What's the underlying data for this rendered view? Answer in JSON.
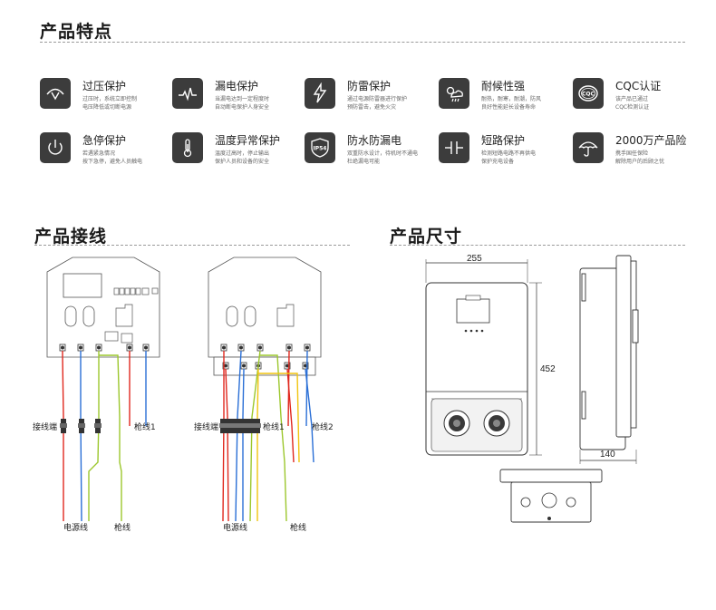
{
  "sections": {
    "features": "产品特点",
    "wiring": "产品接线",
    "dimensions": "产品尺寸"
  },
  "features": [
    {
      "icon": "voltage-meter-icon",
      "title": "过压保护",
      "desc1": "过压时，系统立即控制",
      "desc2": "电压降低或切断电源"
    },
    {
      "icon": "leakage-icon",
      "title": "漏电保护",
      "desc1": "当漏电达到一定程度时",
      "desc2": "自动断电保护人身安全"
    },
    {
      "icon": "lightning-icon",
      "title": "防雷保护",
      "desc1": "通过电源防雷器进行保护",
      "desc2": "预防雷击，避免火灾"
    },
    {
      "icon": "weather-icon",
      "title": "耐候性强",
      "desc1": "耐热，耐寒，耐潮，防风",
      "desc2": "良好性能延长设备寿命"
    },
    {
      "icon": "cqc-icon",
      "title": "CQC认证",
      "desc1": "该产品已通过",
      "desc2": "CQC检测认证"
    },
    {
      "icon": "power-icon",
      "title": "急停保护",
      "desc1": "若遇紧急情况",
      "desc2": "按下急停，避免人员触电"
    },
    {
      "icon": "thermometer-icon",
      "title": "温度异常保护",
      "desc1": "温度过高时，停止输出",
      "desc2": "保护人员和设备的安全"
    },
    {
      "icon": "ip54-shield-icon",
      "title": "防水防漏电",
      "desc1": "双重防水设计，待机时不通电",
      "desc2": "杜绝漏电可能"
    },
    {
      "icon": "short-circuit-icon",
      "title": "短路保护",
      "desc1": "检测短路电路不再供电",
      "desc2": "保护充电设备"
    },
    {
      "icon": "umbrella-icon",
      "title": "2000万产品险",
      "desc1": "携手国任保险",
      "desc2": "解除用户的后顾之忧"
    }
  ],
  "wiring": {
    "left": {
      "terminal_label": "接线端",
      "gun_label": "枪线1",
      "power_label": "电源线",
      "gun_bottom": "枪线"
    },
    "right": {
      "terminal_label": "接线端",
      "gun1_label": "枪线1",
      "gun2_label": "枪线2",
      "power_label": "电源线",
      "gun_bottom": "枪线"
    },
    "wire_colors": {
      "red": "#e0281e",
      "blue": "#2a6fd6",
      "yellow_green": "#9cc72d",
      "yellow": "#f1c40f"
    }
  },
  "dimensions": {
    "width": "255",
    "height": "452",
    "depth": "140"
  }
}
